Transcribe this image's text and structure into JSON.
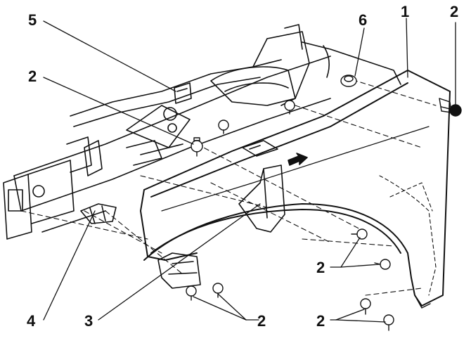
{
  "diagram": {
    "callouts": {
      "c1": "1",
      "c2_top_right": "2",
      "c2_left": "2",
      "c2_right_middle": "2",
      "c2_bottom_center": "2",
      "c2_bottom_right": "2",
      "c3": "3",
      "c4": "4",
      "c5": "5",
      "c6": "6"
    },
    "colors": {
      "ink": "#111111",
      "paper": "#ffffff"
    }
  }
}
